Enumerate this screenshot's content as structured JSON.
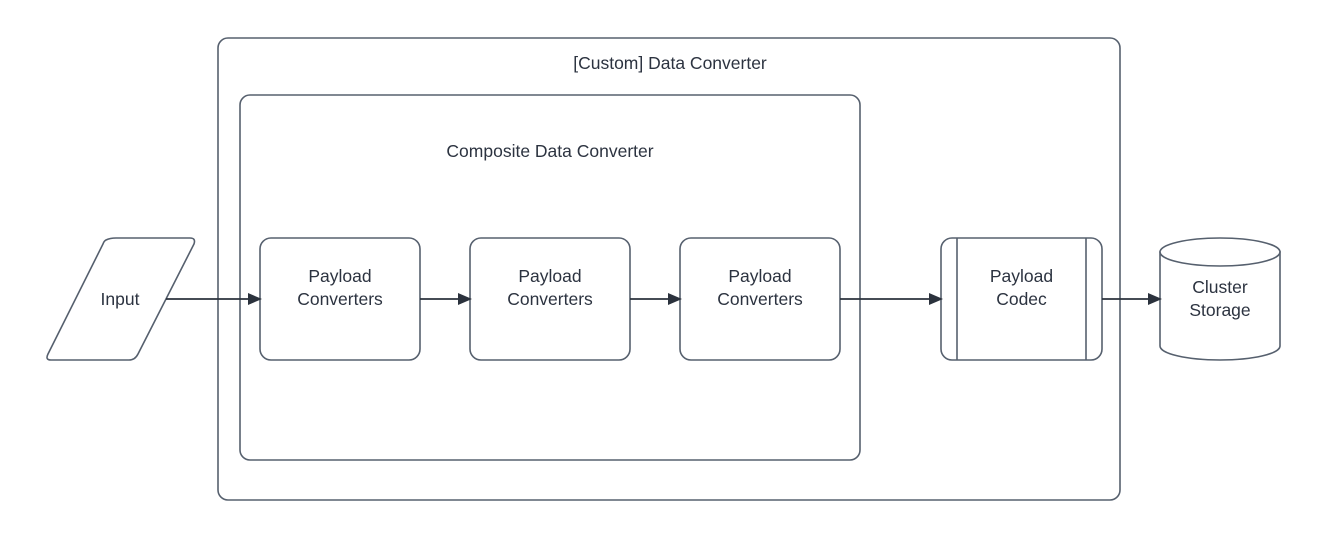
{
  "diagram": {
    "title_outer": "[Custom] Data Converter",
    "title_inner": "Composite Data Converter",
    "colors": {
      "shape_stroke": "#56606e",
      "connector": "#2b323d",
      "text": "#2c3340",
      "background": "#ffffff"
    },
    "containers": [
      {
        "name": "custom-data-converter",
        "label": "[Custom] Data Converter",
        "shape": "rounded-rectangle"
      },
      {
        "name": "composite-data-converter",
        "label": "Composite Data Converter",
        "shape": "rounded-rectangle"
      }
    ],
    "nodes": [
      {
        "name": "input",
        "label": "Input",
        "shape": "parallelogram"
      },
      {
        "name": "payload-converters-1",
        "label": "Payload\nConverters",
        "shape": "rounded-rectangle"
      },
      {
        "name": "payload-converters-2",
        "label": "Payload\nConverters",
        "shape": "rounded-rectangle"
      },
      {
        "name": "payload-converters-3",
        "label": "Payload\nConverters",
        "shape": "rounded-rectangle"
      },
      {
        "name": "payload-codec",
        "label": "Payload\nCodec",
        "shape": "process"
      },
      {
        "name": "cluster-storage",
        "label": "Cluster\nStorage",
        "shape": "cylinder"
      }
    ],
    "edges": [
      {
        "name": "edge-input-to-converter-1",
        "from": "input",
        "to": "payload-converters-1",
        "arrow": "single"
      },
      {
        "name": "edge-converter-1-to-converter-2",
        "from": "payload-converters-1",
        "to": "payload-converters-2",
        "arrow": "single"
      },
      {
        "name": "edge-converter-2-to-converter-3",
        "from": "payload-converters-2",
        "to": "payload-converters-3",
        "arrow": "single"
      },
      {
        "name": "edge-converter-3-to-codec",
        "from": "payload-converters-3",
        "to": "payload-codec",
        "arrow": "single"
      },
      {
        "name": "edge-codec-to-storage",
        "from": "payload-codec",
        "to": "cluster-storage",
        "arrow": "single"
      }
    ]
  }
}
